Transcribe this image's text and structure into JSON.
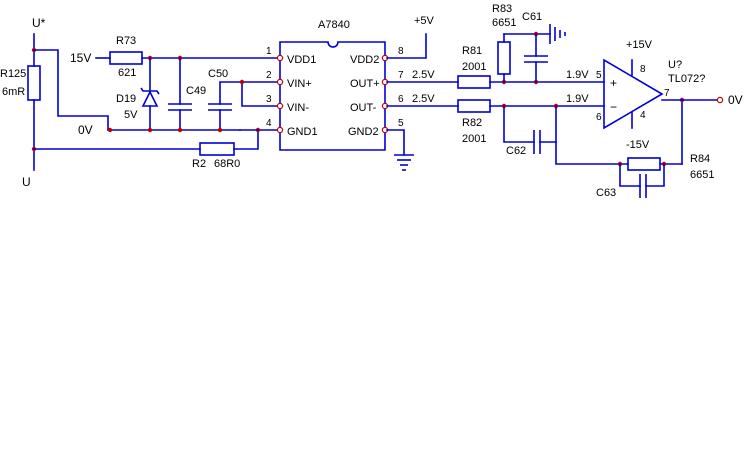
{
  "labels": {
    "u_star": "U*",
    "u_bottom": "U",
    "r125_name": "R125",
    "r125_value": "6mR",
    "v15": "15V",
    "ov_left": "0V",
    "r73_name": "R73",
    "r73_value": "621",
    "d19_name": "D19",
    "d19_value": "5V",
    "c49_name": "C49",
    "c50_name": "C50",
    "r2_name": "R2",
    "r2_value": "68R0",
    "ic_name": "A7840",
    "pin1": "1",
    "pin2": "2",
    "pin3": "3",
    "pin4": "4",
    "pin5": "5",
    "pin6": "6",
    "pin7": "7",
    "pin8": "8",
    "vdd1": "VDD1",
    "vin_plus": "VIN+",
    "vin_minus": "VIN-",
    "gnd1": "GND1",
    "vdd2": "VDD2",
    "out_plus": "OUT+",
    "out_minus": "OUT-",
    "gnd2": "GND2",
    "v5": "+5V",
    "v25_a": "2.5V",
    "v25_b": "2.5V",
    "r81_name": "R81",
    "r81_value": "2001",
    "r82_name": "R82",
    "r82_value": "2001",
    "r83_name": "R83",
    "r83_value": "6651",
    "c61_name": "C61",
    "c62_name": "C62",
    "c63_name": "C63",
    "r84_name": "R84",
    "r84_value": "6651",
    "v19_a": "1.9V",
    "v19_b": "1.9V",
    "op_name": "U?",
    "op_part": "TL072?",
    "vp15": "+15V",
    "vm15": "-15V",
    "op_pin8": "8",
    "op_pin4": "4",
    "op_pin5": "5",
    "op_pin6": "6",
    "op_pin7": "7",
    "op_plus": "+",
    "op_minus": "−",
    "ov_out": "0V"
  }
}
